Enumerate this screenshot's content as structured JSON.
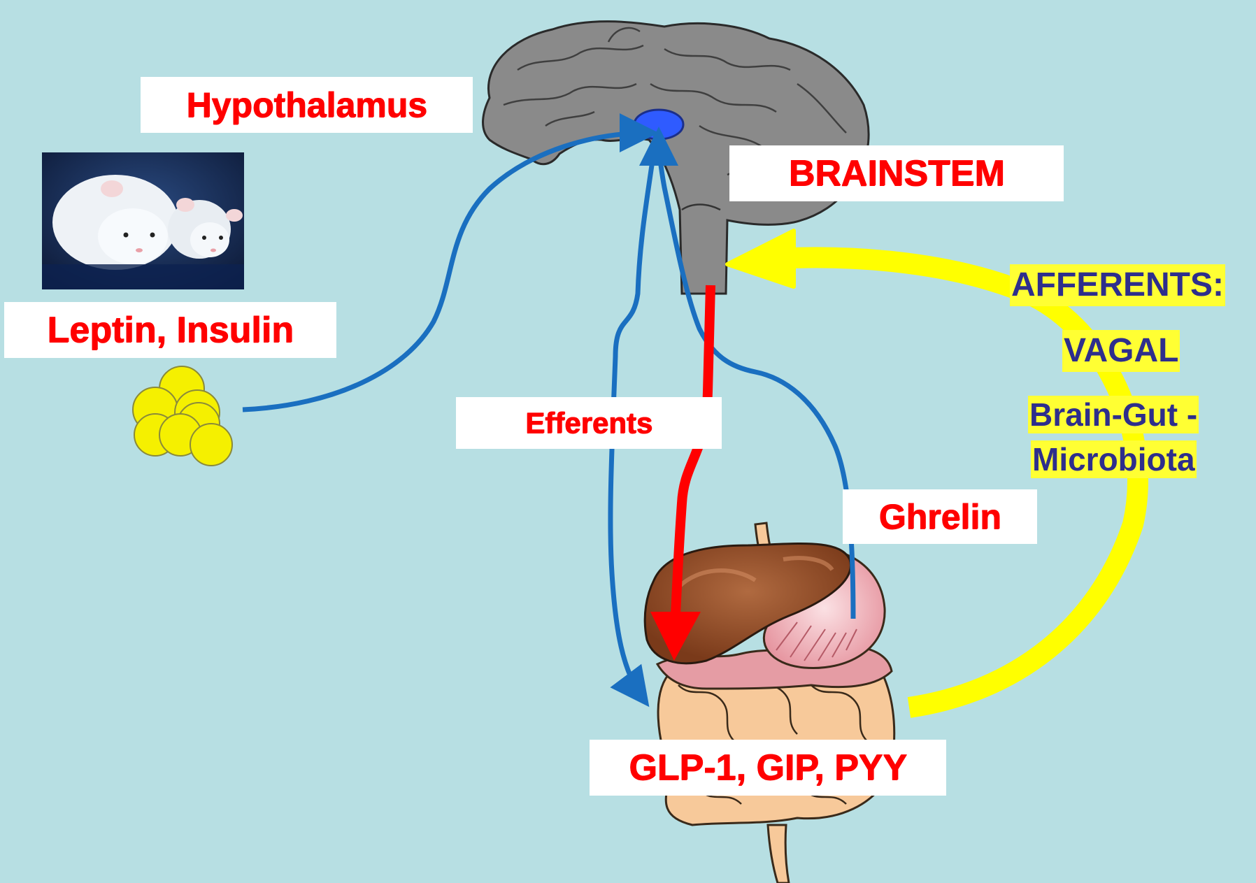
{
  "title": "",
  "labels": {
    "hypothalamus": "Hypothalamus",
    "brainstem": "BRAINSTEM",
    "leptin_insulin": "Leptin, Insulin",
    "efferents": "Efferents",
    "ghrelin": "Ghrelin",
    "gut_hormones": "GLP-1, GIP, PYY"
  },
  "afferents": {
    "heading": "AFFERENTS:",
    "vagal": "VAGAL",
    "brain_gut_line1": "Brain-Gut -",
    "brain_gut_line2": "Microbiota"
  },
  "colors": {
    "background": "#b7dfe3",
    "label_text": "#ff0000",
    "afferent_text": "#2e2e8c",
    "afferent_highlight": "#ffff33",
    "blue_arrow": "#1a6fc0",
    "red_arrow": "#ff0000",
    "yellow_arrow": "#ffff00",
    "brain": "#808080",
    "hypothalamus_dot": "#2f5bff",
    "fat_cells": "#f5f000"
  },
  "icons": [
    "brain-icon",
    "mice-photo",
    "fat-cells-icon",
    "digestive-system-icon"
  ]
}
